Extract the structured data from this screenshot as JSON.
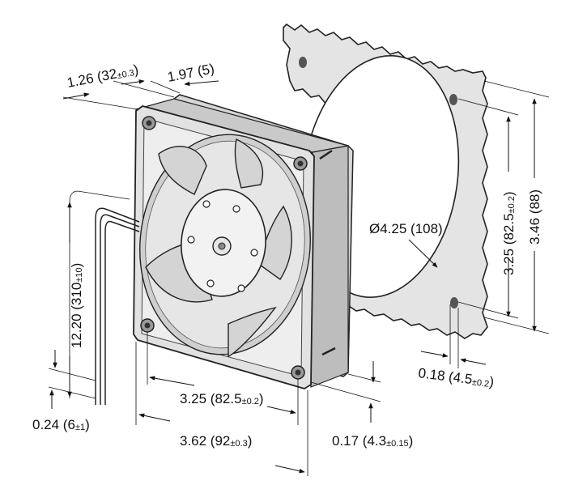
{
  "dimensions": {
    "depth": {
      "main": "1.26 (32",
      "tol": "±0.3",
      "close": ")"
    },
    "flange": {
      "text": "1.97 (5)"
    },
    "cable_length": {
      "main": "12.20 (310",
      "tol": "±10",
      "close": ")"
    },
    "strip_length": {
      "main": "0.24 (6",
      "tol": "±1",
      "close": ")"
    },
    "hole_spacing_bottom": {
      "main": "3.25 (82.5",
      "tol": "±0.2",
      "close": ")"
    },
    "overall_width": {
      "main": "3.62 (92",
      "tol": "±0.3",
      "close": ")"
    },
    "flange_thickness": {
      "main": "0.17 (4.3",
      "tol": "±0.15",
      "close": ")"
    },
    "cutout_diameter": {
      "text": "Ø4.25 (108)"
    },
    "hole_spacing_side": {
      "main": "3.25 (82.5",
      "tol": "±0.2",
      "close": ")"
    },
    "overall_height": {
      "text": "3.46 (88)"
    },
    "hole_diameter": {
      "main": "0.18 (4.5",
      "tol": "±0.2",
      "close": ")"
    }
  }
}
